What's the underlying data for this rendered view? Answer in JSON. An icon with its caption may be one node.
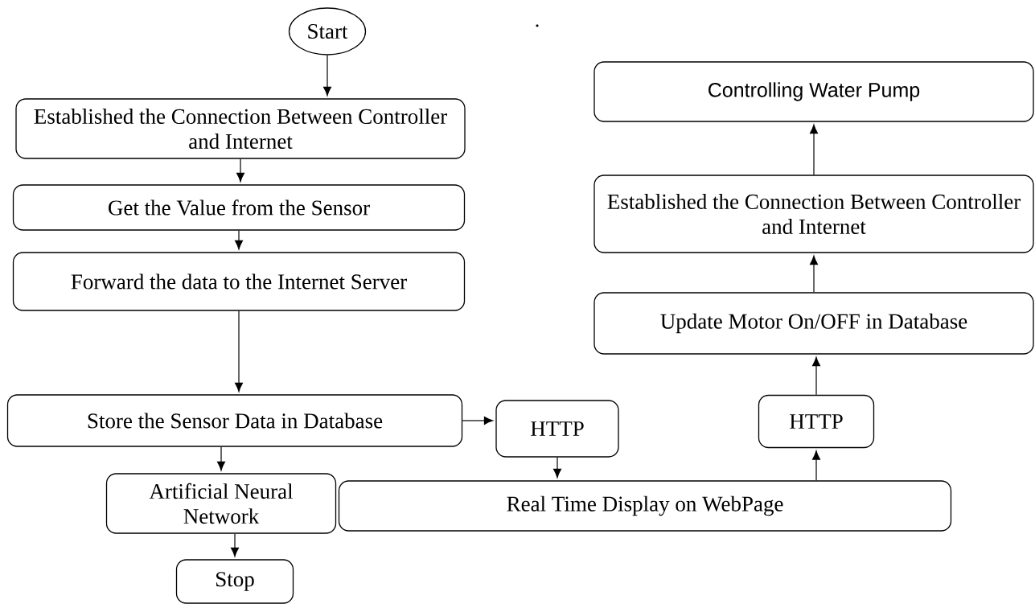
{
  "diagram": {
    "nodes": [
      {
        "text": [
          "Start"
        ]
      },
      {
        "text": [
          "Established the Connection Between Controller and Internet"
        ]
      },
      {
        "text": [
          "Get the Value from the Sensor"
        ]
      },
      {
        "text": [
          "Forward the data to the Internet Server"
        ]
      },
      {
        "text": [
          "Store the Sensor Data in Database"
        ]
      },
      {
        "text": [
          "Artificial Neural Network"
        ]
      },
      {
        "text": [
          "Stop"
        ]
      },
      {
        "text": [
          "HTTP"
        ]
      },
      {
        "text": [
          "Real Time Display on WebPage"
        ]
      },
      {
        "text": [
          "HTTP"
        ]
      },
      {
        "text": [
          "Update Motor On/OFF in Database"
        ]
      },
      {
        "text": [
          "Established the Connection Between Controller and Internet"
        ]
      },
      {
        "text": [
          "Controlling Water Pump"
        ]
      }
    ],
    "edges": [
      {
        "from": 0,
        "to": 1,
        "arrow": "to"
      },
      {
        "from": 1,
        "to": 2,
        "arrow": "to"
      },
      {
        "from": 2,
        "to": 3,
        "arrow": "to"
      },
      {
        "from": 3,
        "to": 4,
        "arrow": "to"
      },
      {
        "from": 4,
        "to": 5,
        "arrow": "to"
      },
      {
        "from": 5,
        "to": 6,
        "arrow": "to"
      },
      {
        "from": 4,
        "to": 7,
        "arrow": "to"
      },
      {
        "from": 7,
        "to": 8,
        "arrow": "to"
      },
      {
        "from": 8,
        "to": 9,
        "arrow": "to"
      },
      {
        "from": 9,
        "to": 10,
        "arrow": "to"
      },
      {
        "from": 10,
        "to": 11,
        "arrow": "to"
      },
      {
        "from": 11,
        "to": 12,
        "arrow": "to"
      }
    ],
    "labels": [
      "."
    ]
  }
}
